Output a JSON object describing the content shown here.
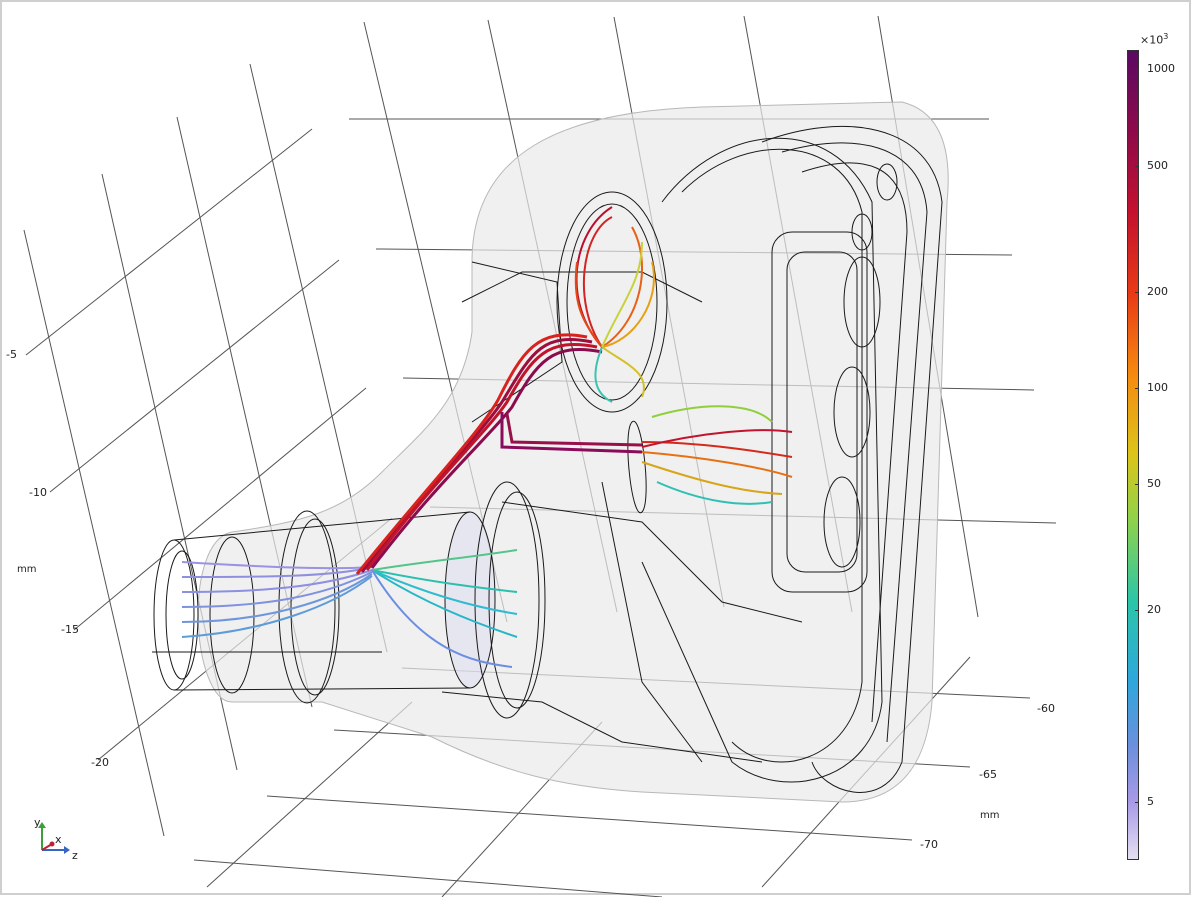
{
  "view": {
    "y_axis": {
      "unit": "mm",
      "ticks": [
        "-5",
        "-10",
        "-15",
        "-20"
      ]
    },
    "z_axis": {
      "unit": "mm",
      "ticks": [
        "-60",
        "-65",
        "-70"
      ]
    }
  },
  "legend": {
    "multiplier": "×10",
    "multiplier_exp": "3",
    "ticks": [
      "1000",
      "500",
      "200",
      "100",
      "50",
      "20",
      "5"
    ],
    "colors": [
      "#5a0a63",
      "#c4122e",
      "#f58a10",
      "#dcc51a",
      "#2bc6a8",
      "#2ea7dc",
      "#a99ae6"
    ]
  },
  "triad": {
    "y": "y",
    "x": "x",
    "z": "z"
  },
  "palette": {
    "background": "#ffffff",
    "geometry": "#1a1a1a",
    "surface": "#e9e9e9"
  }
}
